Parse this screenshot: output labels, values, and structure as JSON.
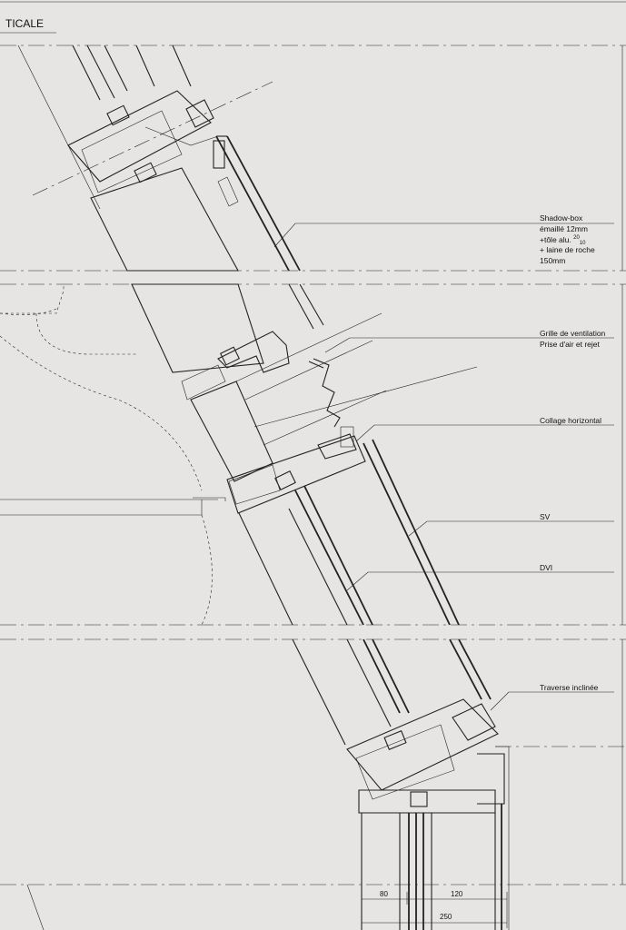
{
  "header": {
    "title": "TICALE"
  },
  "callouts": {
    "shadow_box": {
      "line1": "Shadow-box",
      "line2": "émaillé 12mm",
      "line3a": "+tôle alu. ",
      "line3_sup": "20",
      "line3_sub": "10",
      "line4": "+ laine de roche",
      "line5": "150mm"
    },
    "grille": {
      "line1": "Grille de ventilation",
      "line2": "Prise d'air et rejet"
    },
    "collage": {
      "label": "Collage horizontal"
    },
    "sv": {
      "label": "SV"
    },
    "dvi": {
      "label": "DVI"
    },
    "traverse": {
      "label": "Traverse inclinée"
    }
  },
  "dimensions": {
    "d1": "80",
    "d2": "120",
    "d3": "250"
  },
  "colors": {
    "background": "#e6e5e4",
    "ink": "#222222"
  }
}
